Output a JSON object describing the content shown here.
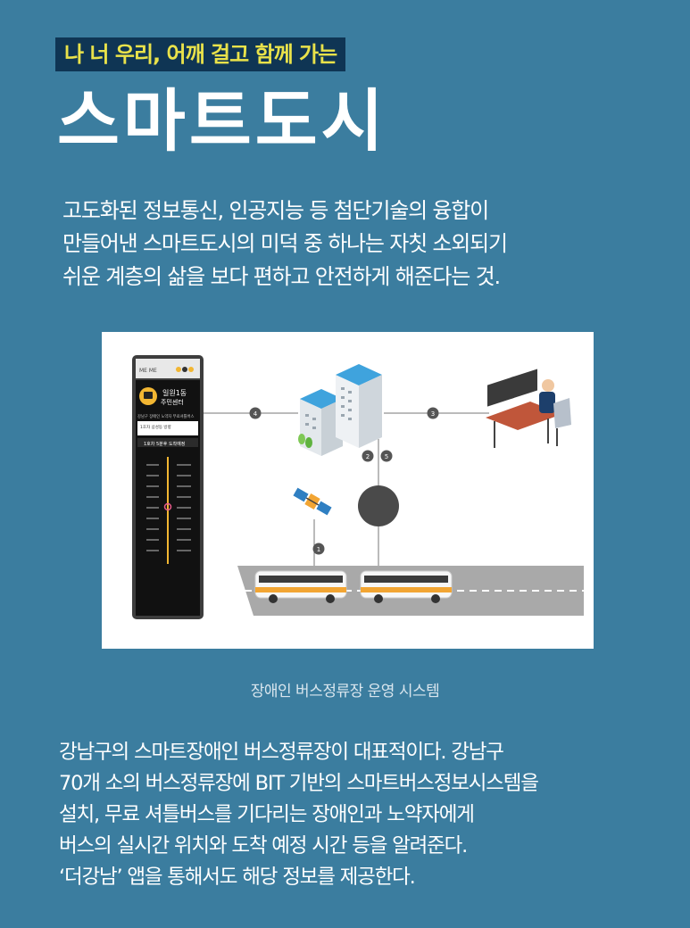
{
  "header": {
    "tagline": "나 너 우리, 어깨 걸고 함께 가는",
    "title": "스마트도시"
  },
  "intro": {
    "lines": [
      "고도화된 정보통신, 인공지능 등 첨단기술의 융합이",
      "만들어낸 스마트도시의 미덕 중 하나는 자칫 소외되기",
      "쉬운 계층의 삶을 보다 편하고 안전하게 해준다는 것."
    ]
  },
  "diagram": {
    "kiosk": {
      "brand": "ME ME",
      "station": "일원1동",
      "station_sub": "주민센터",
      "notice": "강남구 장애인 노약자 무료셔틀버스",
      "route_info": "1호차 삼성동 방향",
      "arrival": "1호차 5분후 도착예정"
    },
    "step_labels": [
      "1",
      "2",
      "3",
      "4",
      "5"
    ]
  },
  "caption": "장애인 버스정류장 운영 시스템",
  "body": {
    "lines": [
      "강남구의 스마트장애인 버스정류장이 대표적이다. 강남구",
      "70개 소의 버스정류장에 BIT 기반의 스마트버스정보시스템을",
      "설치, 무료 셔틀버스를 기다리는 장애인과 노약자에게",
      "버스의 실시간 위치와 도착 예정 시간 등을 알려준다.",
      "‘더강남’ 앱을 통해서도 해당 정보를 제공한다."
    ]
  },
  "colors": {
    "background": "#3b7d9f",
    "tagline_bg": "#0f3554",
    "tagline_text": "#e9e24a",
    "bus_orange": "#f2a533"
  }
}
